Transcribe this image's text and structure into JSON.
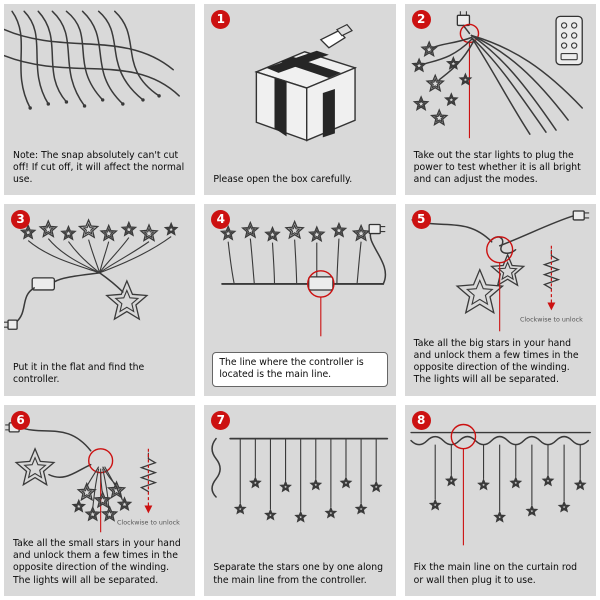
{
  "page": {
    "background": "#ffffff",
    "panel_bg": "#d9d9d9",
    "accent": "#cc1111",
    "line_color": "#3a3a3a"
  },
  "panels": [
    {
      "number": "",
      "illustration": "tangled-wires",
      "caption": "Note: The snap absolutely can't cut off! If cut off, it will affect the normal use."
    },
    {
      "number": "1",
      "illustration": "open-box-with-cutter",
      "caption": "Please open the box carefully."
    },
    {
      "number": "2",
      "illustration": "star-lights-bundle-plug-remote",
      "caption": "Take out the star lights to plug the power to test whether it is all bright and can adjust the modes."
    },
    {
      "number": "3",
      "illustration": "stars-and-controller",
      "caption": "Put it in the flat and find the controller."
    },
    {
      "number": "4",
      "illustration": "controller-on-main-line",
      "caption": "The line where the controller is located is the main line."
    },
    {
      "number": "5",
      "illustration": "unwind-big-stars",
      "caption": "Take all the big stars in your hand and unlock them a few times in the opposite direction of the winding. The lights will all be separated.",
      "note": "Clockwise to unlock"
    },
    {
      "number": "6",
      "illustration": "unwind-small-stars",
      "caption": "Take all the small stars in your hand and unlock them a few times in the opposite direction of the winding. The lights will all be separated.",
      "note": "Clockwise to unlock"
    },
    {
      "number": "7",
      "illustration": "curtain-separate-stars",
      "caption": "Separate the stars one by one along the main line from the controller."
    },
    {
      "number": "8",
      "illustration": "curtain-fixed-on-rod",
      "caption": "Fix the main line on the curtain rod or wall then plug it to use."
    }
  ]
}
